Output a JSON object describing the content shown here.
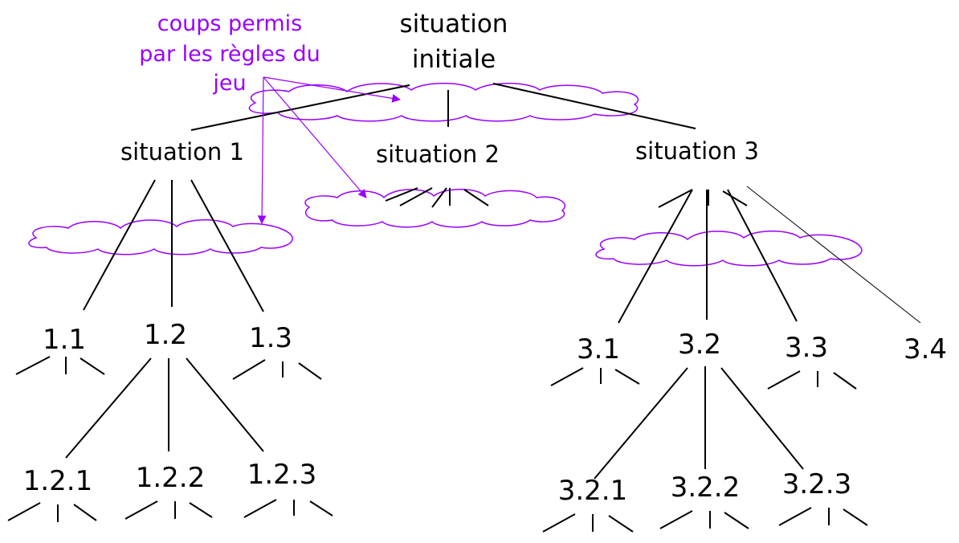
{
  "colors": {
    "text": "#000000",
    "edge": "#000000",
    "annotation": "#9900ff"
  },
  "annotation": {
    "line1": "coups permis",
    "line2": "par les règles du",
    "line3": "jeu"
  },
  "nodes": {
    "root_line1": "situation",
    "root_line2": "initiale",
    "s1": "situation 1",
    "s2": "situation 2",
    "s3": "situation 3",
    "n1_1": "1.1",
    "n1_2": "1.2",
    "n1_3": "1.3",
    "n3_1": "3.1",
    "n3_2": "3.2",
    "n3_3": "3.3",
    "n3_4": "3.4",
    "n1_2_1": "1.2.1",
    "n1_2_2": "1.2.2",
    "n1_2_3": "1.2.3",
    "n3_2_1": "3.2.1",
    "n3_2_2": "3.2.2",
    "n3_2_3": "3.2.3"
  }
}
